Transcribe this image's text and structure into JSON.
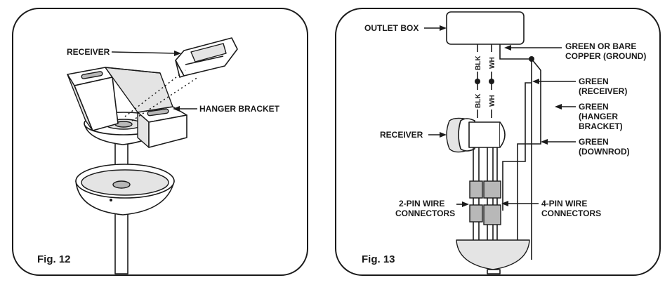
{
  "fig12": {
    "caption": "Fig. 12",
    "receiver_label": "RECEIVER",
    "hanger_label": "HANGER BRACKET"
  },
  "fig13": {
    "caption": "Fig. 13",
    "outlet_label": "OUTLET BOX",
    "ground_label_1": "GREEN OR BARE",
    "ground_label_2": "COPPER (GROUND)",
    "green_receiver_1": "GREEN",
    "green_receiver_2": "(RECEIVER)",
    "green_hanger_1": "GREEN",
    "green_hanger_2": "(HANGER",
    "green_hanger_3": "BRACKET)",
    "green_downrod_1": "GREEN",
    "green_downrod_2": "(DOWNROD)",
    "receiver_label": "RECEIVER",
    "two_pin_1": "2-PIN WIRE",
    "two_pin_2": "CONNECTORS",
    "four_pin_1": "4-PIN WIRE",
    "four_pin_2": "CONNECTORS",
    "wire_blk_top": "BLK",
    "wire_wh_top": "WH",
    "wire_blk_bottom": "BLK",
    "wire_wh_bottom": "WH"
  }
}
